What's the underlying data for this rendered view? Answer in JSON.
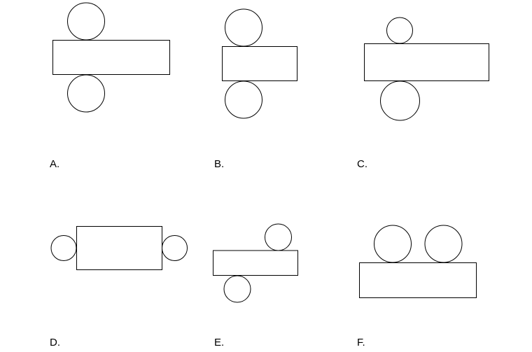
{
  "options": [
    {
      "label": "A."
    },
    {
      "label": "B."
    },
    {
      "label": "C."
    },
    {
      "label": "D."
    },
    {
      "label": "E."
    },
    {
      "label": "F."
    }
  ]
}
